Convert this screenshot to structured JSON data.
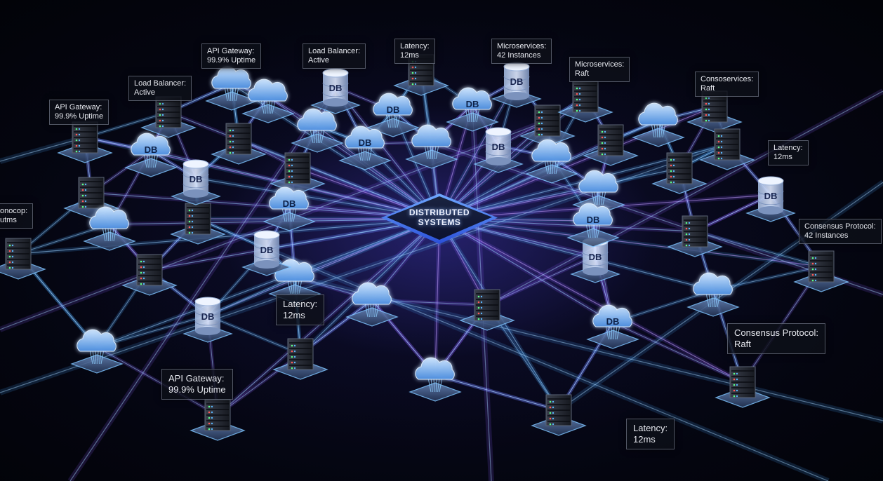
{
  "hub": {
    "line1": "DISTRIBUTED",
    "line2": "SYSTEMS"
  },
  "db_label": "DB",
  "labels": [
    {
      "lines": [
        "API Gateway:",
        "99.9% Uptime"
      ]
    },
    {
      "lines": [
        "Load Balancer:",
        "Active"
      ]
    },
    {
      "lines": [
        "Latency:",
        "12ms"
      ]
    },
    {
      "lines": [
        "Microservices:",
        "42 Instances"
      ]
    },
    {
      "lines": [
        "Microservices:",
        "Raft"
      ]
    },
    {
      "lines": [
        "Consoservices:",
        "Raft"
      ]
    },
    {
      "lines": [
        "API Gateway:",
        "99.9% Uptime"
      ]
    },
    {
      "lines": [
        "Load Balancer:",
        "Active"
      ]
    },
    {
      "lines": [
        "Latency:",
        "12ms"
      ]
    },
    {
      "lines": [
        "Consensus Protocol:",
        "42 Instances"
      ]
    },
    {
      "lines": [
        "onocop:",
        "utms"
      ]
    },
    {
      "lines": [
        "Latency:",
        "12ms"
      ]
    },
    {
      "lines": [
        "Consensus Protocol:",
        "Raft"
      ]
    },
    {
      "lines": [
        "API Gateway:",
        "99.9% Uptime"
      ]
    },
    {
      "lines": [
        "Latency:",
        "12ms"
      ]
    }
  ],
  "colors": {
    "accent_blue": "#4aa8ff",
    "accent_violet": "#8a5cff",
    "background": "#03040c"
  },
  "icons": [
    "server-rack-icon",
    "cloud-icon",
    "database-icon"
  ]
}
